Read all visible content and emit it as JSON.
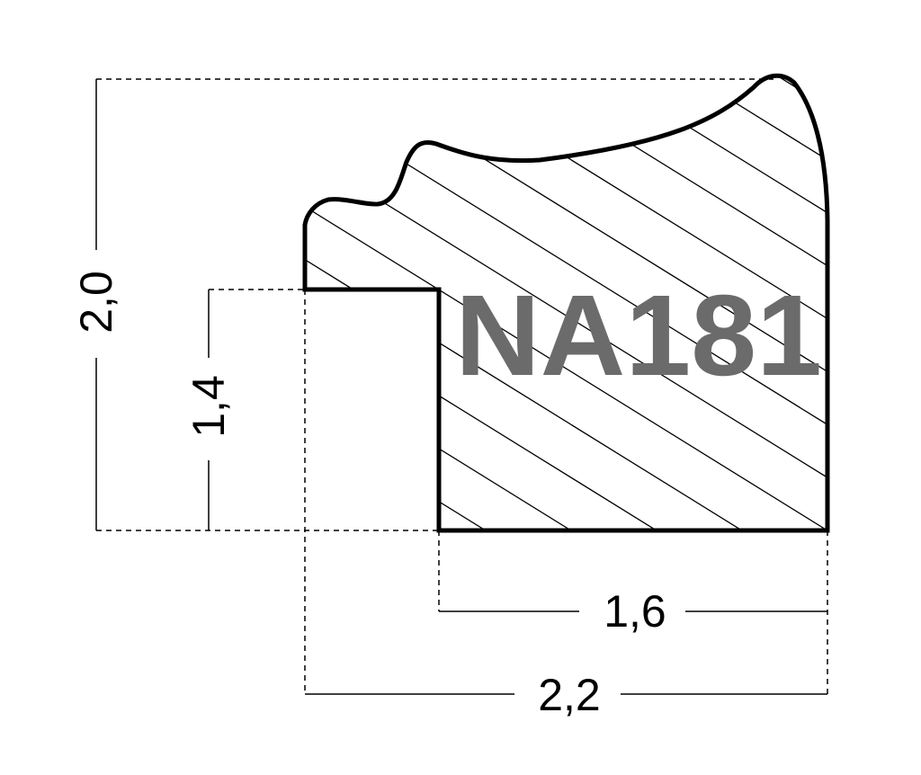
{
  "model": {
    "code": "NA181",
    "color": "#6b6b6b"
  },
  "dimensions": {
    "total_height": "2,0",
    "rebate_height": "1,4",
    "face_width": "1,6",
    "total_width": "2,2"
  },
  "colors": {
    "outline": "#000000",
    "hatch": "#000000",
    "dim_line": "#000000",
    "background": "#ffffff"
  }
}
